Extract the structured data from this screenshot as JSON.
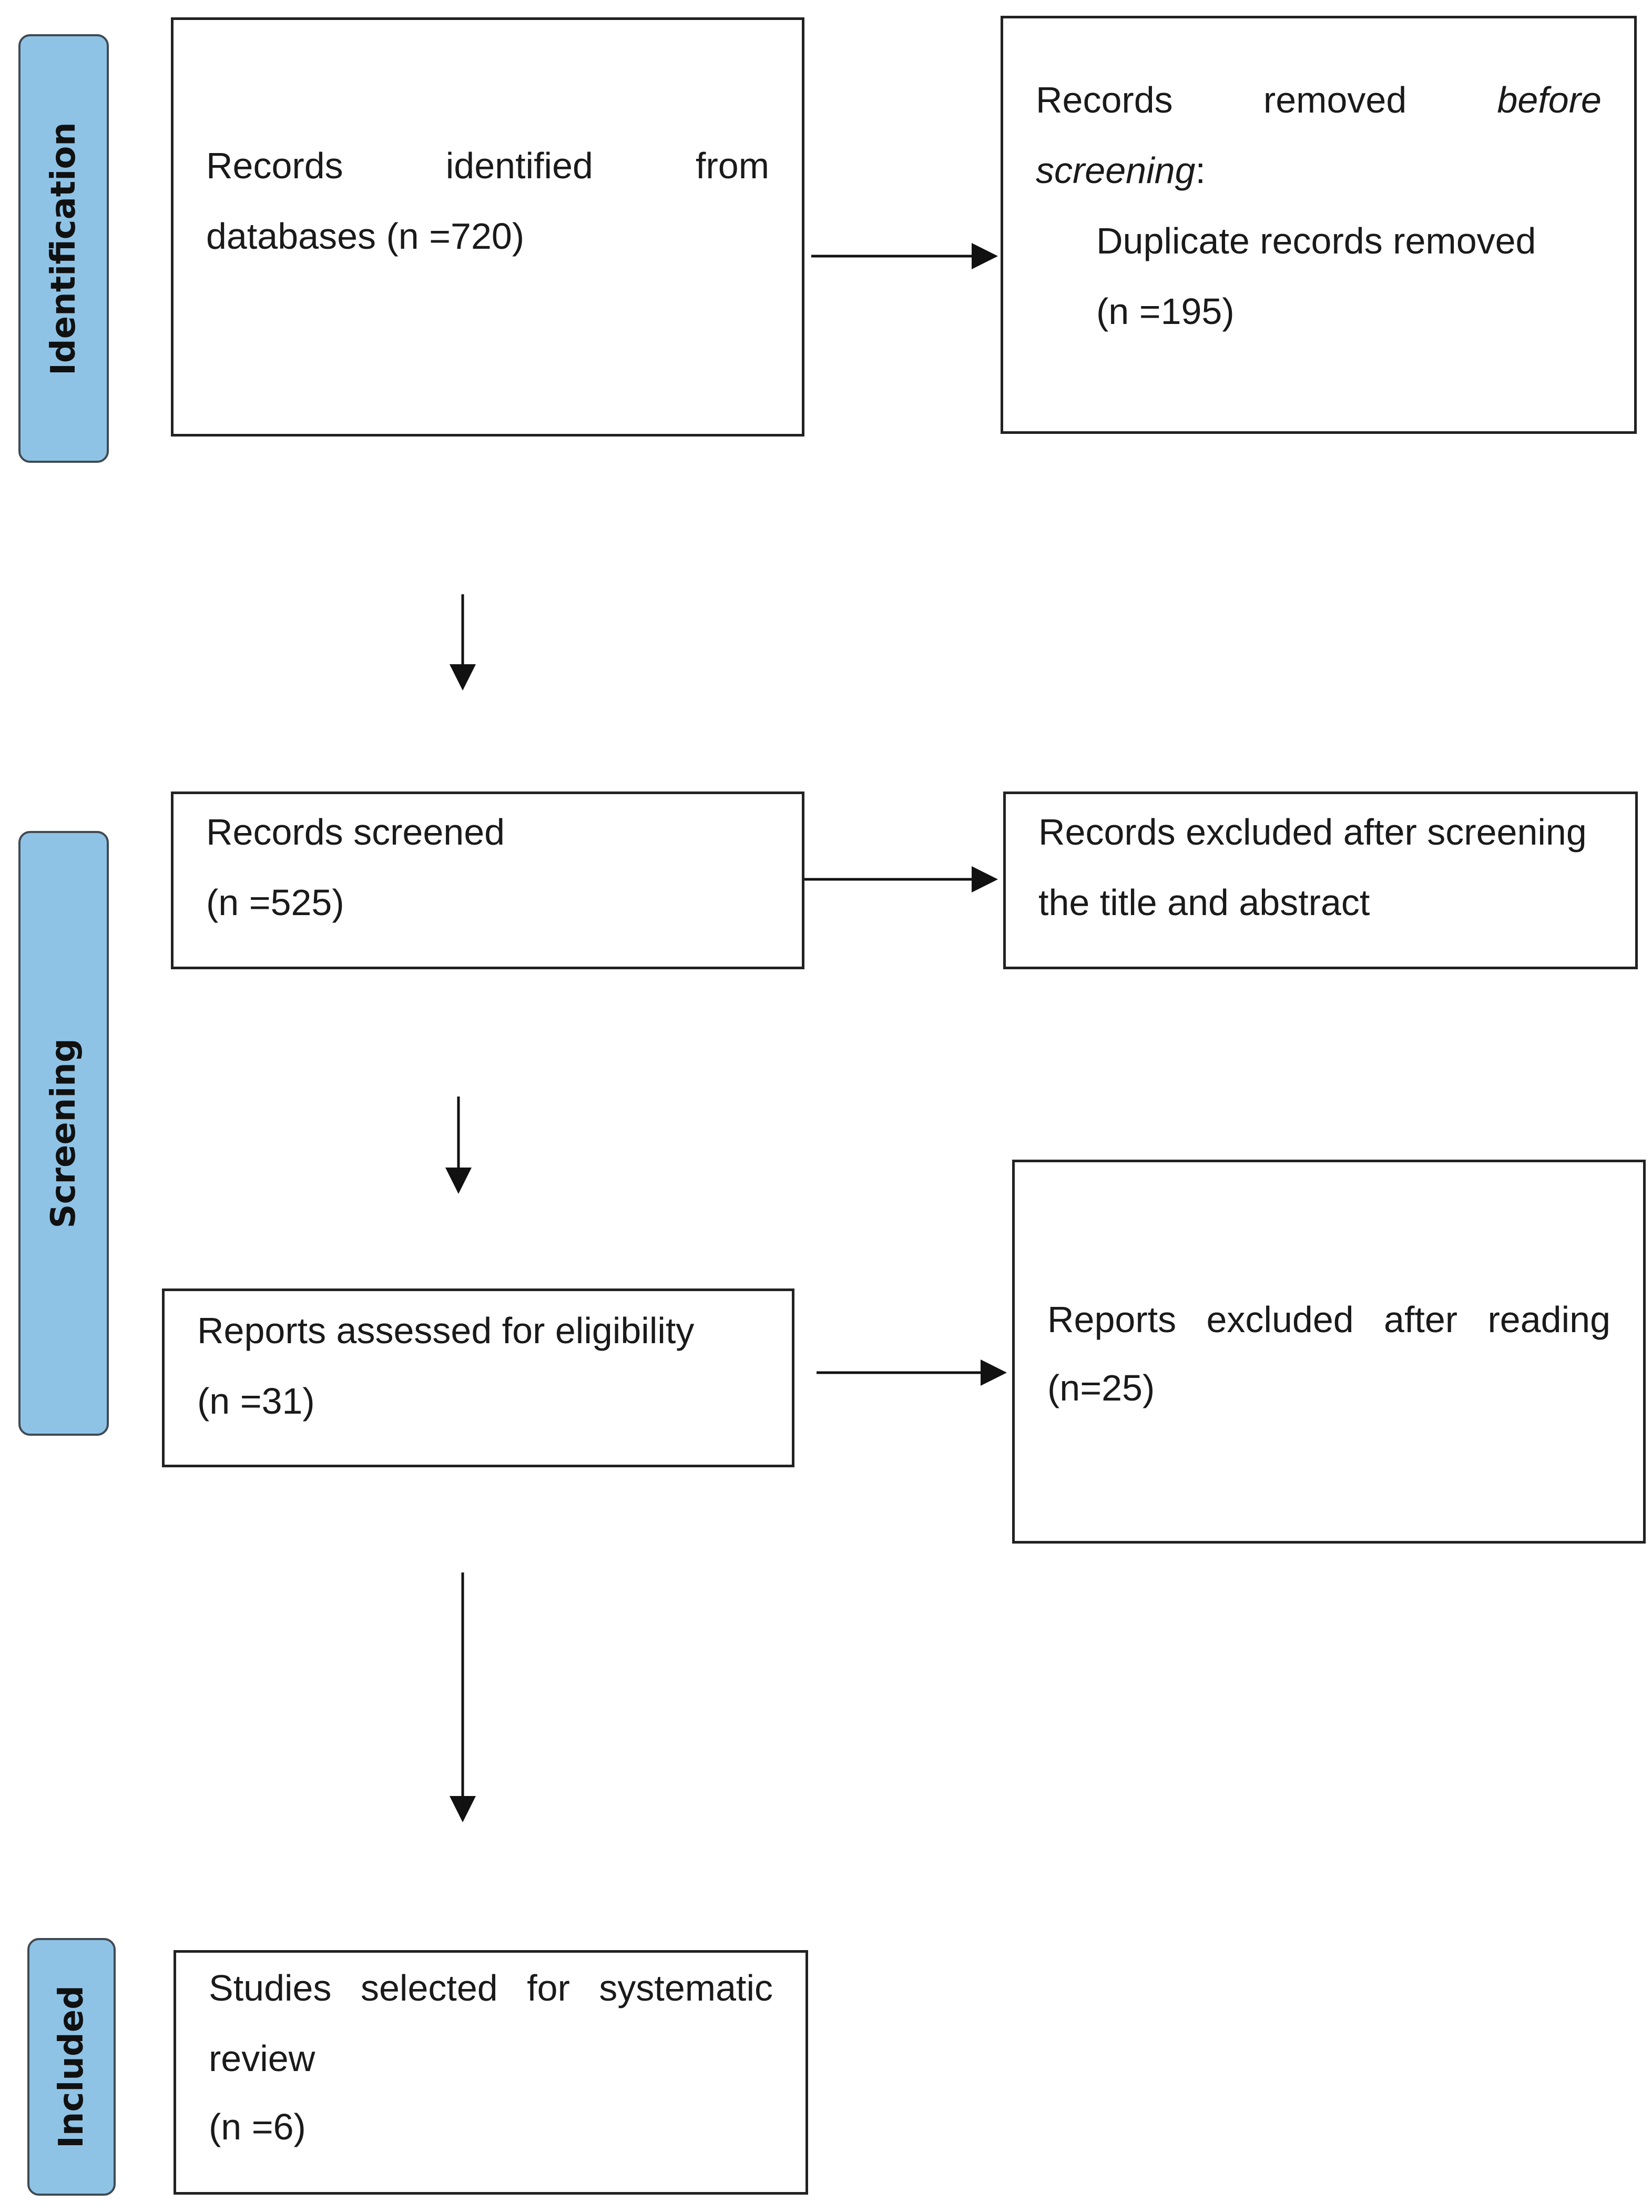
{
  "phases": {
    "identification": "Identification",
    "screening": "Screening",
    "included": "Included"
  },
  "boxes": {
    "records_identified": {
      "line1_words": [
        "Records",
        "identified",
        "from"
      ],
      "line2": "databases (n =720)"
    },
    "removed_before_screening": {
      "line1_words": [
        "Records",
        "removed"
      ],
      "line1_italic": "before",
      "line2_italic": "screening",
      "line2_suffix": ":",
      "line3": "Duplicate records removed",
      "line4": "(n =195)"
    },
    "records_screened": {
      "line1": "Records screened",
      "line2": "(n =525)"
    },
    "records_excluded": {
      "line1": "Records excluded after screening",
      "line2": "the title and abstract"
    },
    "reports_assessed": {
      "line1": "Reports assessed for eligibility",
      "line2": "(n =31)"
    },
    "reports_excluded": {
      "line1_words": [
        "Reports",
        "excluded",
        "after",
        "reading"
      ],
      "line2": "(n=25)"
    },
    "studies_selected": {
      "line1_words": [
        "Studies",
        "selected",
        "for",
        "systematic"
      ],
      "line2": "review",
      "line3": "(n =6)"
    }
  },
  "colors": {
    "phase_fill": "#8fc3e6",
    "phase_border": "#404a52",
    "box_border": "#222222",
    "arrow": "#111111"
  }
}
